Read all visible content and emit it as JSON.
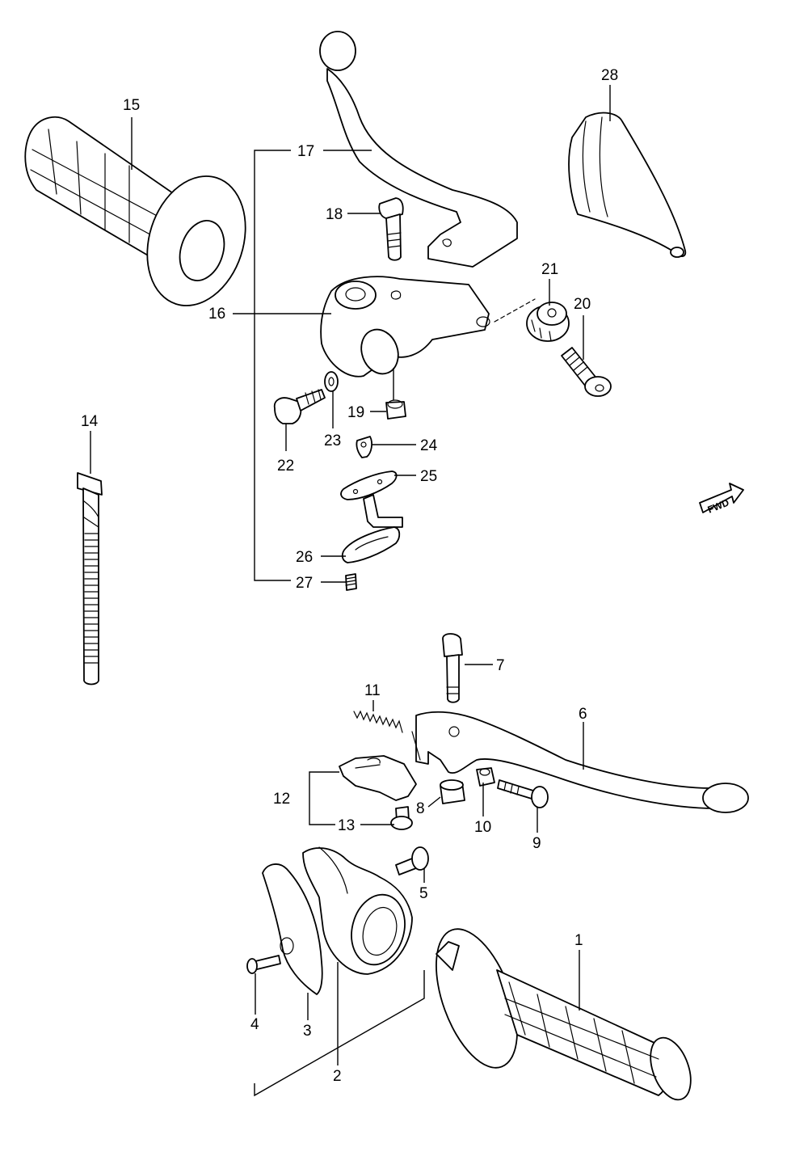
{
  "callouts": [
    "1",
    "2",
    "3",
    "4",
    "5",
    "6",
    "7",
    "8",
    "9",
    "10",
    "11",
    "12",
    "13",
    "14",
    "15",
    "16",
    "17",
    "18",
    "19",
    "20",
    "21",
    "22",
    "23",
    "24",
    "25",
    "26",
    "27",
    "28"
  ],
  "direction_marker": "FWD"
}
